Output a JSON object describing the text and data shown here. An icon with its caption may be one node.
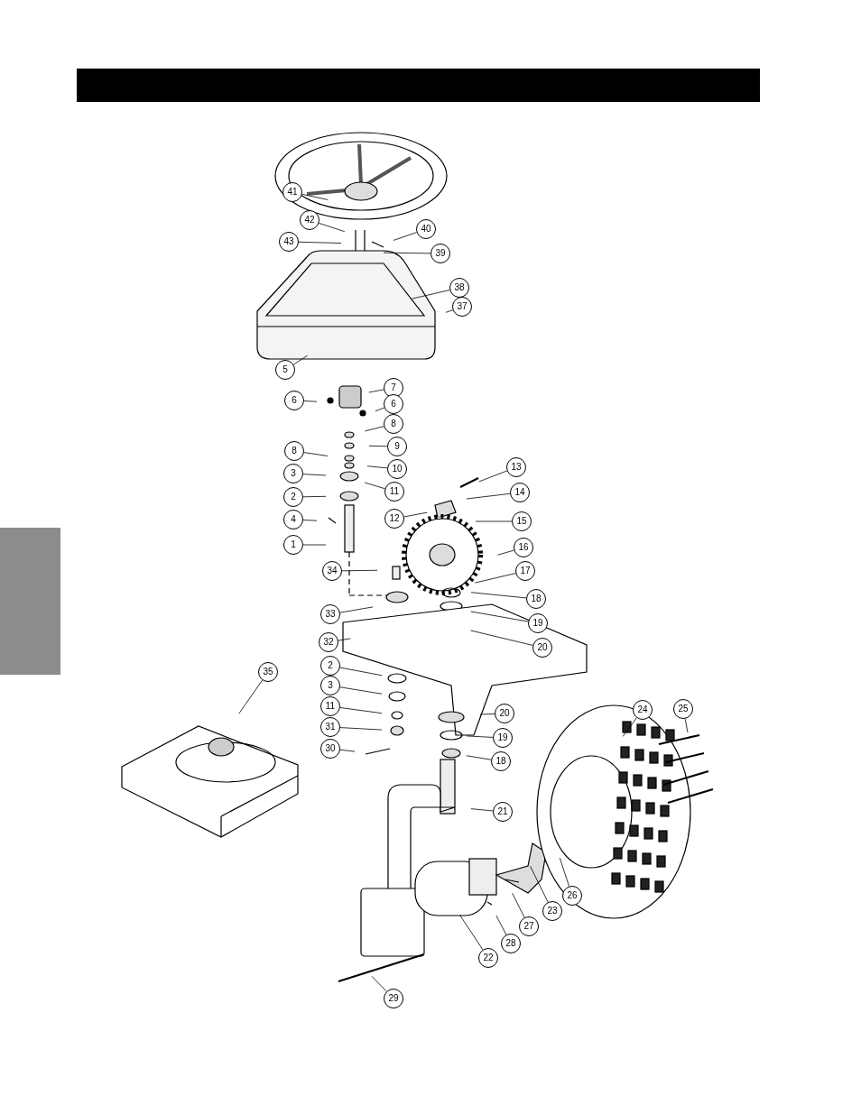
{
  "diagram": {
    "nodes": [
      {
        "text": [
          "41"
        ]
      },
      {
        "text": [
          "42"
        ]
      },
      {
        "text": [
          "43"
        ]
      },
      {
        "text": [
          "40"
        ]
      },
      {
        "text": [
          "39"
        ]
      },
      {
        "text": [
          "38"
        ]
      },
      {
        "text": [
          "37"
        ]
      },
      {
        "text": [
          "5"
        ]
      },
      {
        "text": [
          "6"
        ]
      },
      {
        "text": [
          "7"
        ]
      },
      {
        "text": [
          "6"
        ]
      },
      {
        "text": [
          "8"
        ]
      },
      {
        "text": [
          "9"
        ]
      },
      {
        "text": [
          "8"
        ]
      },
      {
        "text": [
          "10"
        ]
      },
      {
        "text": [
          "3"
        ]
      },
      {
        "text": [
          "11"
        ]
      },
      {
        "text": [
          "2"
        ]
      },
      {
        "text": [
          "13"
        ]
      },
      {
        "text": [
          "14"
        ]
      },
      {
        "text": [
          "12"
        ]
      },
      {
        "text": [
          "4"
        ]
      },
      {
        "text": [
          "15"
        ]
      },
      {
        "text": [
          "1"
        ]
      },
      {
        "text": [
          "16"
        ]
      },
      {
        "text": [
          "34"
        ]
      },
      {
        "text": [
          "17"
        ]
      },
      {
        "text": [
          "18"
        ]
      },
      {
        "text": [
          "33"
        ]
      },
      {
        "text": [
          "19"
        ]
      },
      {
        "text": [
          "32"
        ]
      },
      {
        "text": [
          "20"
        ]
      },
      {
        "text": [
          "35"
        ]
      },
      {
        "text": [
          "2"
        ]
      },
      {
        "text": [
          "3"
        ]
      },
      {
        "text": [
          "11"
        ]
      },
      {
        "text": [
          "20"
        ]
      },
      {
        "text": [
          "24"
        ]
      },
      {
        "text": [
          "25"
        ]
      },
      {
        "text": [
          "31"
        ]
      },
      {
        "text": [
          "19"
        ]
      },
      {
        "text": [
          "30"
        ]
      },
      {
        "text": [
          "18"
        ]
      },
      {
        "text": [
          "21"
        ]
      },
      {
        "text": [
          "26"
        ]
      },
      {
        "text": [
          "23"
        ]
      },
      {
        "text": [
          "27"
        ]
      },
      {
        "text": [
          "28"
        ]
      },
      {
        "text": [
          "22"
        ]
      },
      {
        "text": [
          "29"
        ]
      },
      {
        "text": [],
        "shape": "box"
      }
    ],
    "edges": [
      {
        "from": 0,
        "to": null,
        "arrow": "none"
      },
      {
        "from": 1,
        "to": null,
        "arrow": "none"
      },
      {
        "from": 2,
        "to": null,
        "arrow": "none"
      },
      {
        "from": 3,
        "to": null,
        "arrow": "none"
      },
      {
        "from": 4,
        "to": null,
        "arrow": "none"
      },
      {
        "from": 5,
        "to": null,
        "arrow": "none"
      },
      {
        "from": 6,
        "to": null,
        "arrow": "none"
      },
      {
        "from": 7,
        "to": null,
        "arrow": "none"
      },
      {
        "from": 8,
        "to": null,
        "arrow": "none"
      },
      {
        "from": 9,
        "to": null,
        "arrow": "none"
      },
      {
        "from": 10,
        "to": null,
        "arrow": "none"
      },
      {
        "from": 11,
        "to": null,
        "arrow": "none"
      },
      {
        "from": 12,
        "to": null,
        "arrow": "none"
      },
      {
        "from": 13,
        "to": null,
        "arrow": "none"
      },
      {
        "from": 14,
        "to": null,
        "arrow": "none"
      },
      {
        "from": 15,
        "to": null,
        "arrow": "none"
      },
      {
        "from": 16,
        "to": null,
        "arrow": "none"
      },
      {
        "from": 17,
        "to": null,
        "arrow": "none"
      },
      {
        "from": 18,
        "to": null,
        "arrow": "none"
      },
      {
        "from": 19,
        "to": null,
        "arrow": "none"
      },
      {
        "from": 20,
        "to": null,
        "arrow": "none"
      },
      {
        "from": 21,
        "to": null,
        "arrow": "none"
      },
      {
        "from": 22,
        "to": null,
        "arrow": "none"
      },
      {
        "from": 23,
        "to": null,
        "arrow": "none"
      },
      {
        "from": 24,
        "to": null,
        "arrow": "none"
      },
      {
        "from": 25,
        "to": null,
        "arrow": "none"
      },
      {
        "from": 26,
        "to": null,
        "arrow": "none"
      },
      {
        "from": 27,
        "to": null,
        "arrow": "none"
      },
      {
        "from": 28,
        "to": null,
        "arrow": "none"
      },
      {
        "from": 29,
        "to": null,
        "arrow": "none"
      },
      {
        "from": 30,
        "to": null,
        "arrow": "none"
      },
      {
        "from": 31,
        "to": null,
        "arrow": "none"
      },
      {
        "from": 32,
        "to": null,
        "arrow": "none"
      },
      {
        "from": 33,
        "to": null,
        "arrow": "none"
      },
      {
        "from": 34,
        "to": null,
        "arrow": "none"
      },
      {
        "from": 35,
        "to": null,
        "arrow": "none"
      },
      {
        "from": 36,
        "to": null,
        "arrow": "none"
      },
      {
        "from": 37,
        "to": null,
        "arrow": "none"
      },
      {
        "from": 38,
        "to": null,
        "arrow": "none"
      },
      {
        "from": 39,
        "to": null,
        "arrow": "none"
      },
      {
        "from": 40,
        "to": null,
        "arrow": "none"
      },
      {
        "from": 41,
        "to": null,
        "arrow": "none"
      },
      {
        "from": 42,
        "to": null,
        "arrow": "none"
      },
      {
        "from": 43,
        "to": null,
        "arrow": "none"
      },
      {
        "from": 44,
        "to": null,
        "arrow": "none"
      },
      {
        "from": 45,
        "to": null,
        "arrow": "none"
      },
      {
        "from": 46,
        "to": null,
        "arrow": "none"
      },
      {
        "from": 47,
        "to": null,
        "arrow": "none"
      },
      {
        "from": 48,
        "to": null,
        "arrow": "none"
      },
      {
        "from": 49,
        "to": null,
        "arrow": "none"
      }
    ]
  }
}
